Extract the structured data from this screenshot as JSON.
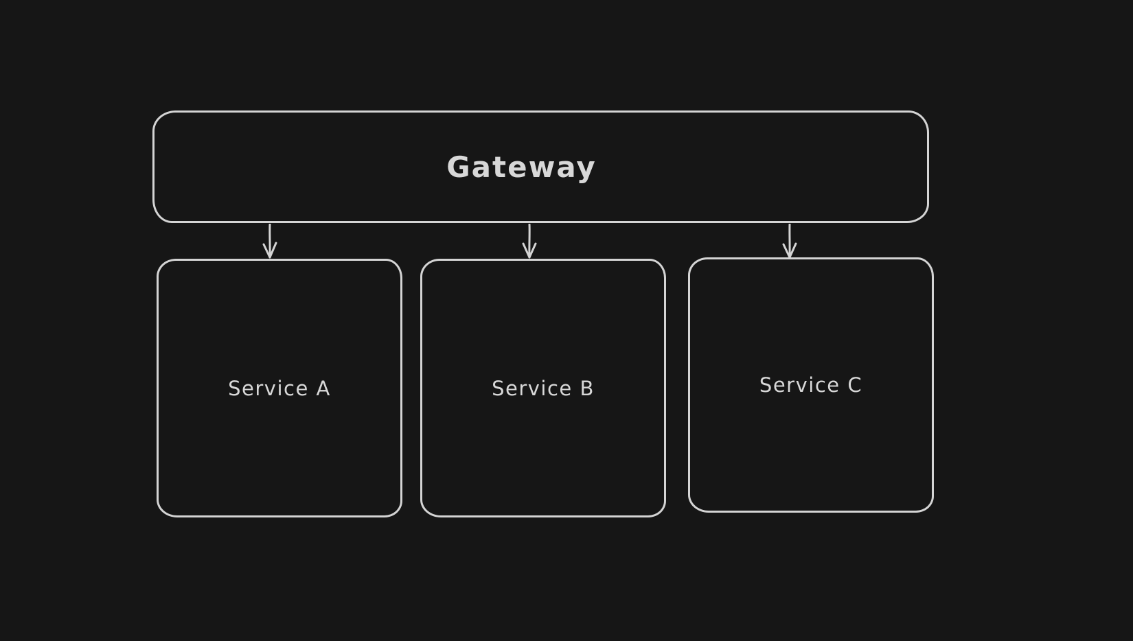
{
  "diagram": {
    "type": "architecture-flow",
    "theme": "dark",
    "colors": {
      "background": "#161616",
      "stroke": "#d4d4d4",
      "text": "#d8d8d8"
    },
    "nodes": {
      "gateway": {
        "label": "Gateway"
      },
      "service_a": {
        "label": "Service A"
      },
      "service_b": {
        "label": "Service B"
      },
      "service_c": {
        "label": "Service C"
      }
    },
    "edges": [
      {
        "from": "Gateway",
        "to": "Service A",
        "direction": "down"
      },
      {
        "from": "Gateway",
        "to": "Service B",
        "direction": "down"
      },
      {
        "from": "Gateway",
        "to": "Service C",
        "direction": "down"
      }
    ]
  }
}
